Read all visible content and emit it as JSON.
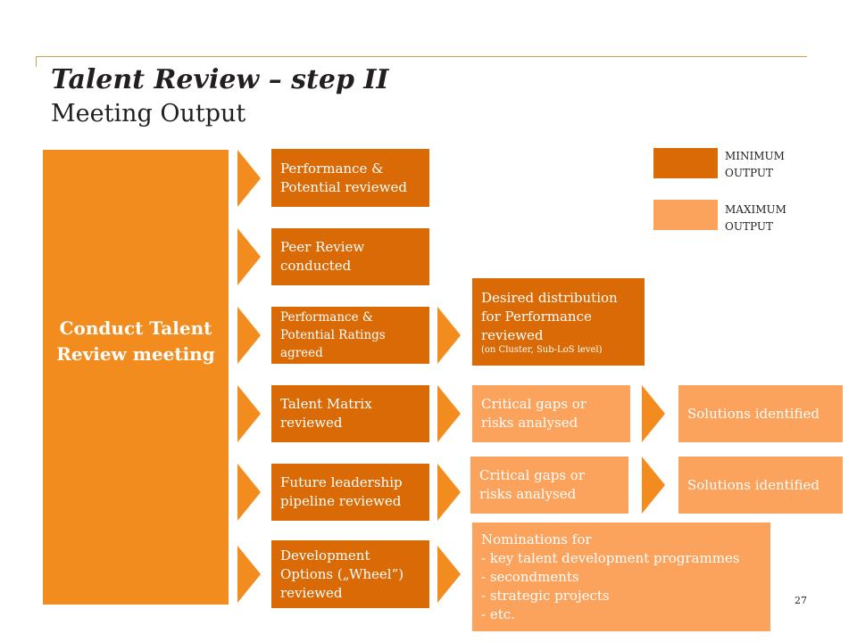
{
  "header": {
    "title": "Talent Review – step II",
    "subtitle": "Meeting Output"
  },
  "main_box": {
    "label": "Conduct Talent Review meeting"
  },
  "column1": [
    {
      "label": "Performance & Potential reviewed"
    },
    {
      "label": "Peer Review conducted"
    },
    {
      "label": "Performance & Potential Ratings agreed"
    },
    {
      "label": "Talent Matrix reviewed"
    },
    {
      "label": "Future leadership pipeline reviewed"
    },
    {
      "label": "Development Options („Wheel”) reviewed"
    }
  ],
  "column2": {
    "distribution": {
      "label": "Desired distribution for Performance reviewed",
      "note": "(on Cluster, Sub-LoS level)"
    },
    "gaps_1": {
      "label": "Critical gaps or risks analysed"
    },
    "gaps_2": {
      "label": "Critical gaps or risks analysed"
    },
    "nominations": {
      "title": "Nominations for",
      "items": [
        "- key talent development programmes",
        "- secondments",
        "- strategic projects",
        "- etc."
      ]
    }
  },
  "column3": {
    "solutions_1": {
      "label": "Solutions identified"
    },
    "solutions_2": {
      "label": "Solutions identified"
    }
  },
  "legend": {
    "minimum": {
      "line1": "MINIMUM",
      "line2": "OUTPUT",
      "color": "#d96a06"
    },
    "maximum": {
      "line1": "MAXIMUM",
      "line2": "OUTPUT",
      "color": "#fba25c"
    }
  },
  "page_number": "27",
  "colors": {
    "main": "#f28c1f",
    "dark": "#d96a06",
    "light": "#fba25c",
    "rule": "#c9a24a"
  }
}
